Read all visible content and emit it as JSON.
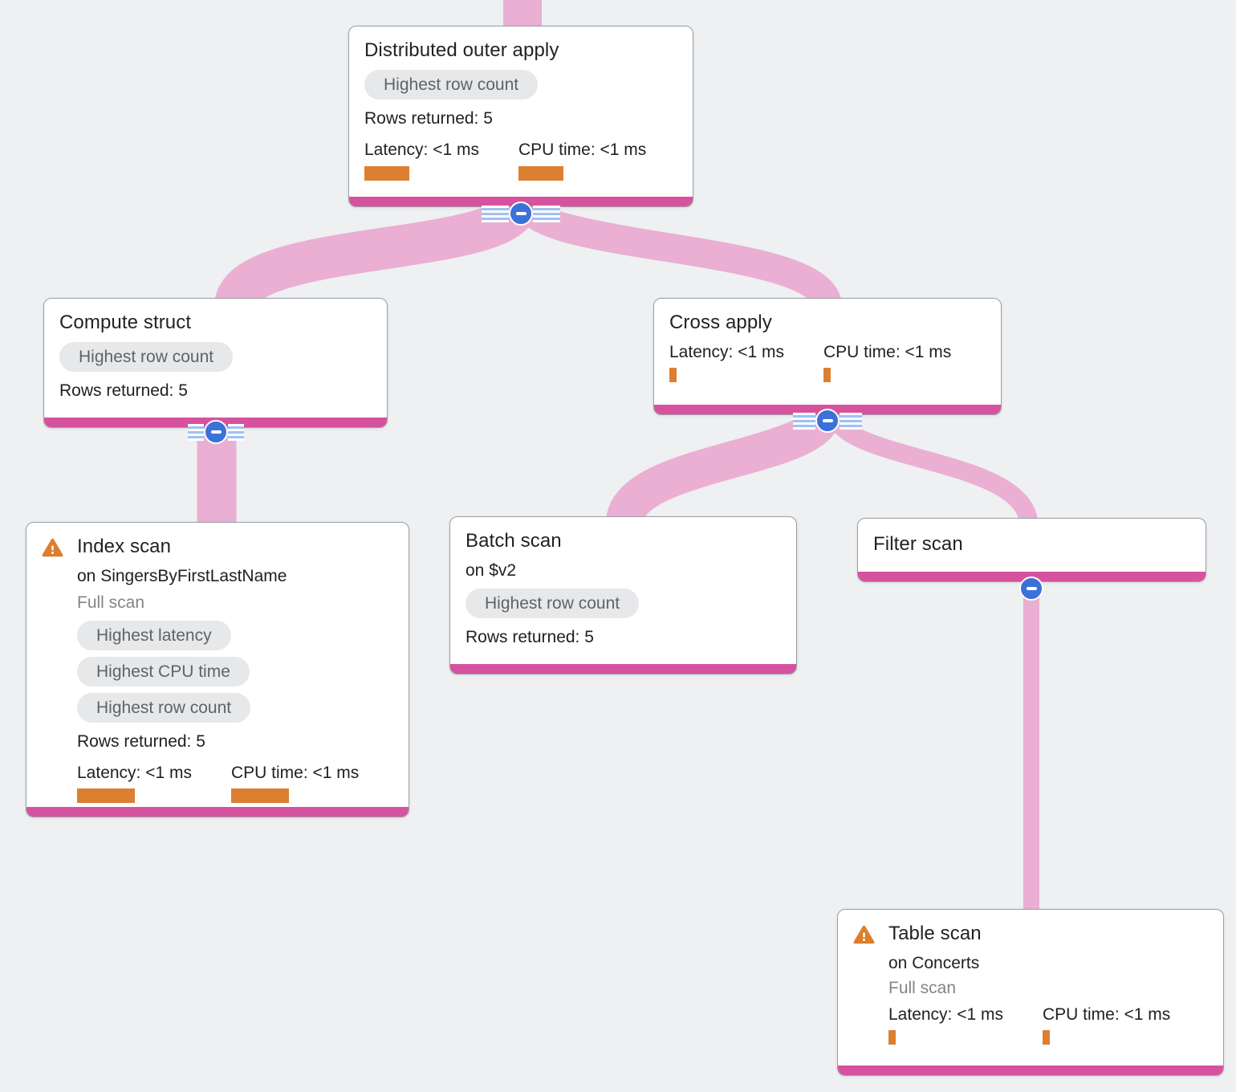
{
  "diagram_title": "Query execution plan tree",
  "colors": {
    "background": "#eef0f2",
    "node_background": "#ffffff",
    "node_border": "#9aa0a6",
    "node_bottom_bar": "#d6529f",
    "flow_ribbon": "#eaafd2",
    "metric_bar_orange": "#dd7f31",
    "collapse_button_blue": "#3b72d9",
    "badge_background": "#e7e8ea",
    "badge_text": "#5f6368",
    "warning_orange": "#dd7e2e"
  },
  "nodes": [
    {
      "title": "Distributed outer apply",
      "badges": [
        "Highest row count"
      ],
      "rows_returned": "Rows returned: 5",
      "latency_label": "Latency: <1 ms",
      "cpu_label": "CPU time: <1 ms"
    },
    {
      "title": "Compute struct",
      "badges": [
        "Highest row count"
      ],
      "rows_returned": "Rows returned: 5"
    },
    {
      "title": "Cross apply",
      "latency_label": "Latency: <1 ms",
      "cpu_label": "CPU time: <1 ms"
    },
    {
      "title": "Index scan",
      "subtitle": "on SingersByFirstLastName",
      "scan_type": "Full scan",
      "has_warning": true,
      "badges": [
        "Highest latency",
        "Highest CPU time",
        "Highest row count"
      ],
      "rows_returned": "Rows returned: 5",
      "latency_label": "Latency: <1 ms",
      "cpu_label": "CPU time: <1 ms"
    },
    {
      "title": "Batch scan",
      "subtitle": "on $v2",
      "badges": [
        "Highest row count"
      ],
      "rows_returned": "Rows returned: 5"
    },
    {
      "title": "Filter scan"
    },
    {
      "title": "Table scan",
      "subtitle": "on Concerts",
      "scan_type": "Full scan",
      "has_warning": true,
      "latency_label": "Latency: <1 ms",
      "cpu_label": "CPU time: <1 ms"
    }
  ]
}
